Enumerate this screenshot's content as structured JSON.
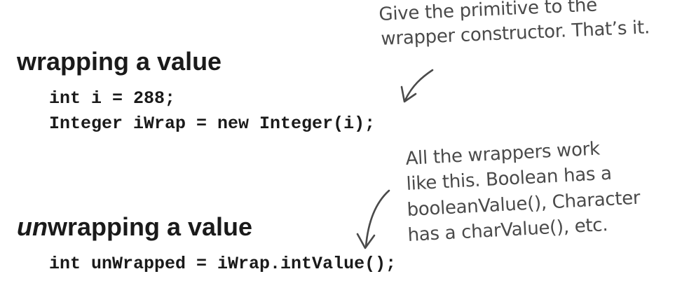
{
  "sections": {
    "wrapping": {
      "heading": "wrapping a value",
      "code_lines": [
        "int i = 288;",
        "Integer iWrap = new Integer(i);"
      ]
    },
    "unwrapping": {
      "heading_emphasis": "un",
      "heading_rest": "wrapping a value",
      "code_lines": [
        "int unWrapped = iWrap.intValue();"
      ]
    }
  },
  "annotations": {
    "wrap_note": [
      "Give the primitive to the",
      "wrapper constructor. That’s it."
    ],
    "unwrap_note": [
      "All the wrappers work",
      "like this. Boolean has a",
      "booleanValue(), Character",
      "has a charValue(), etc."
    ]
  }
}
